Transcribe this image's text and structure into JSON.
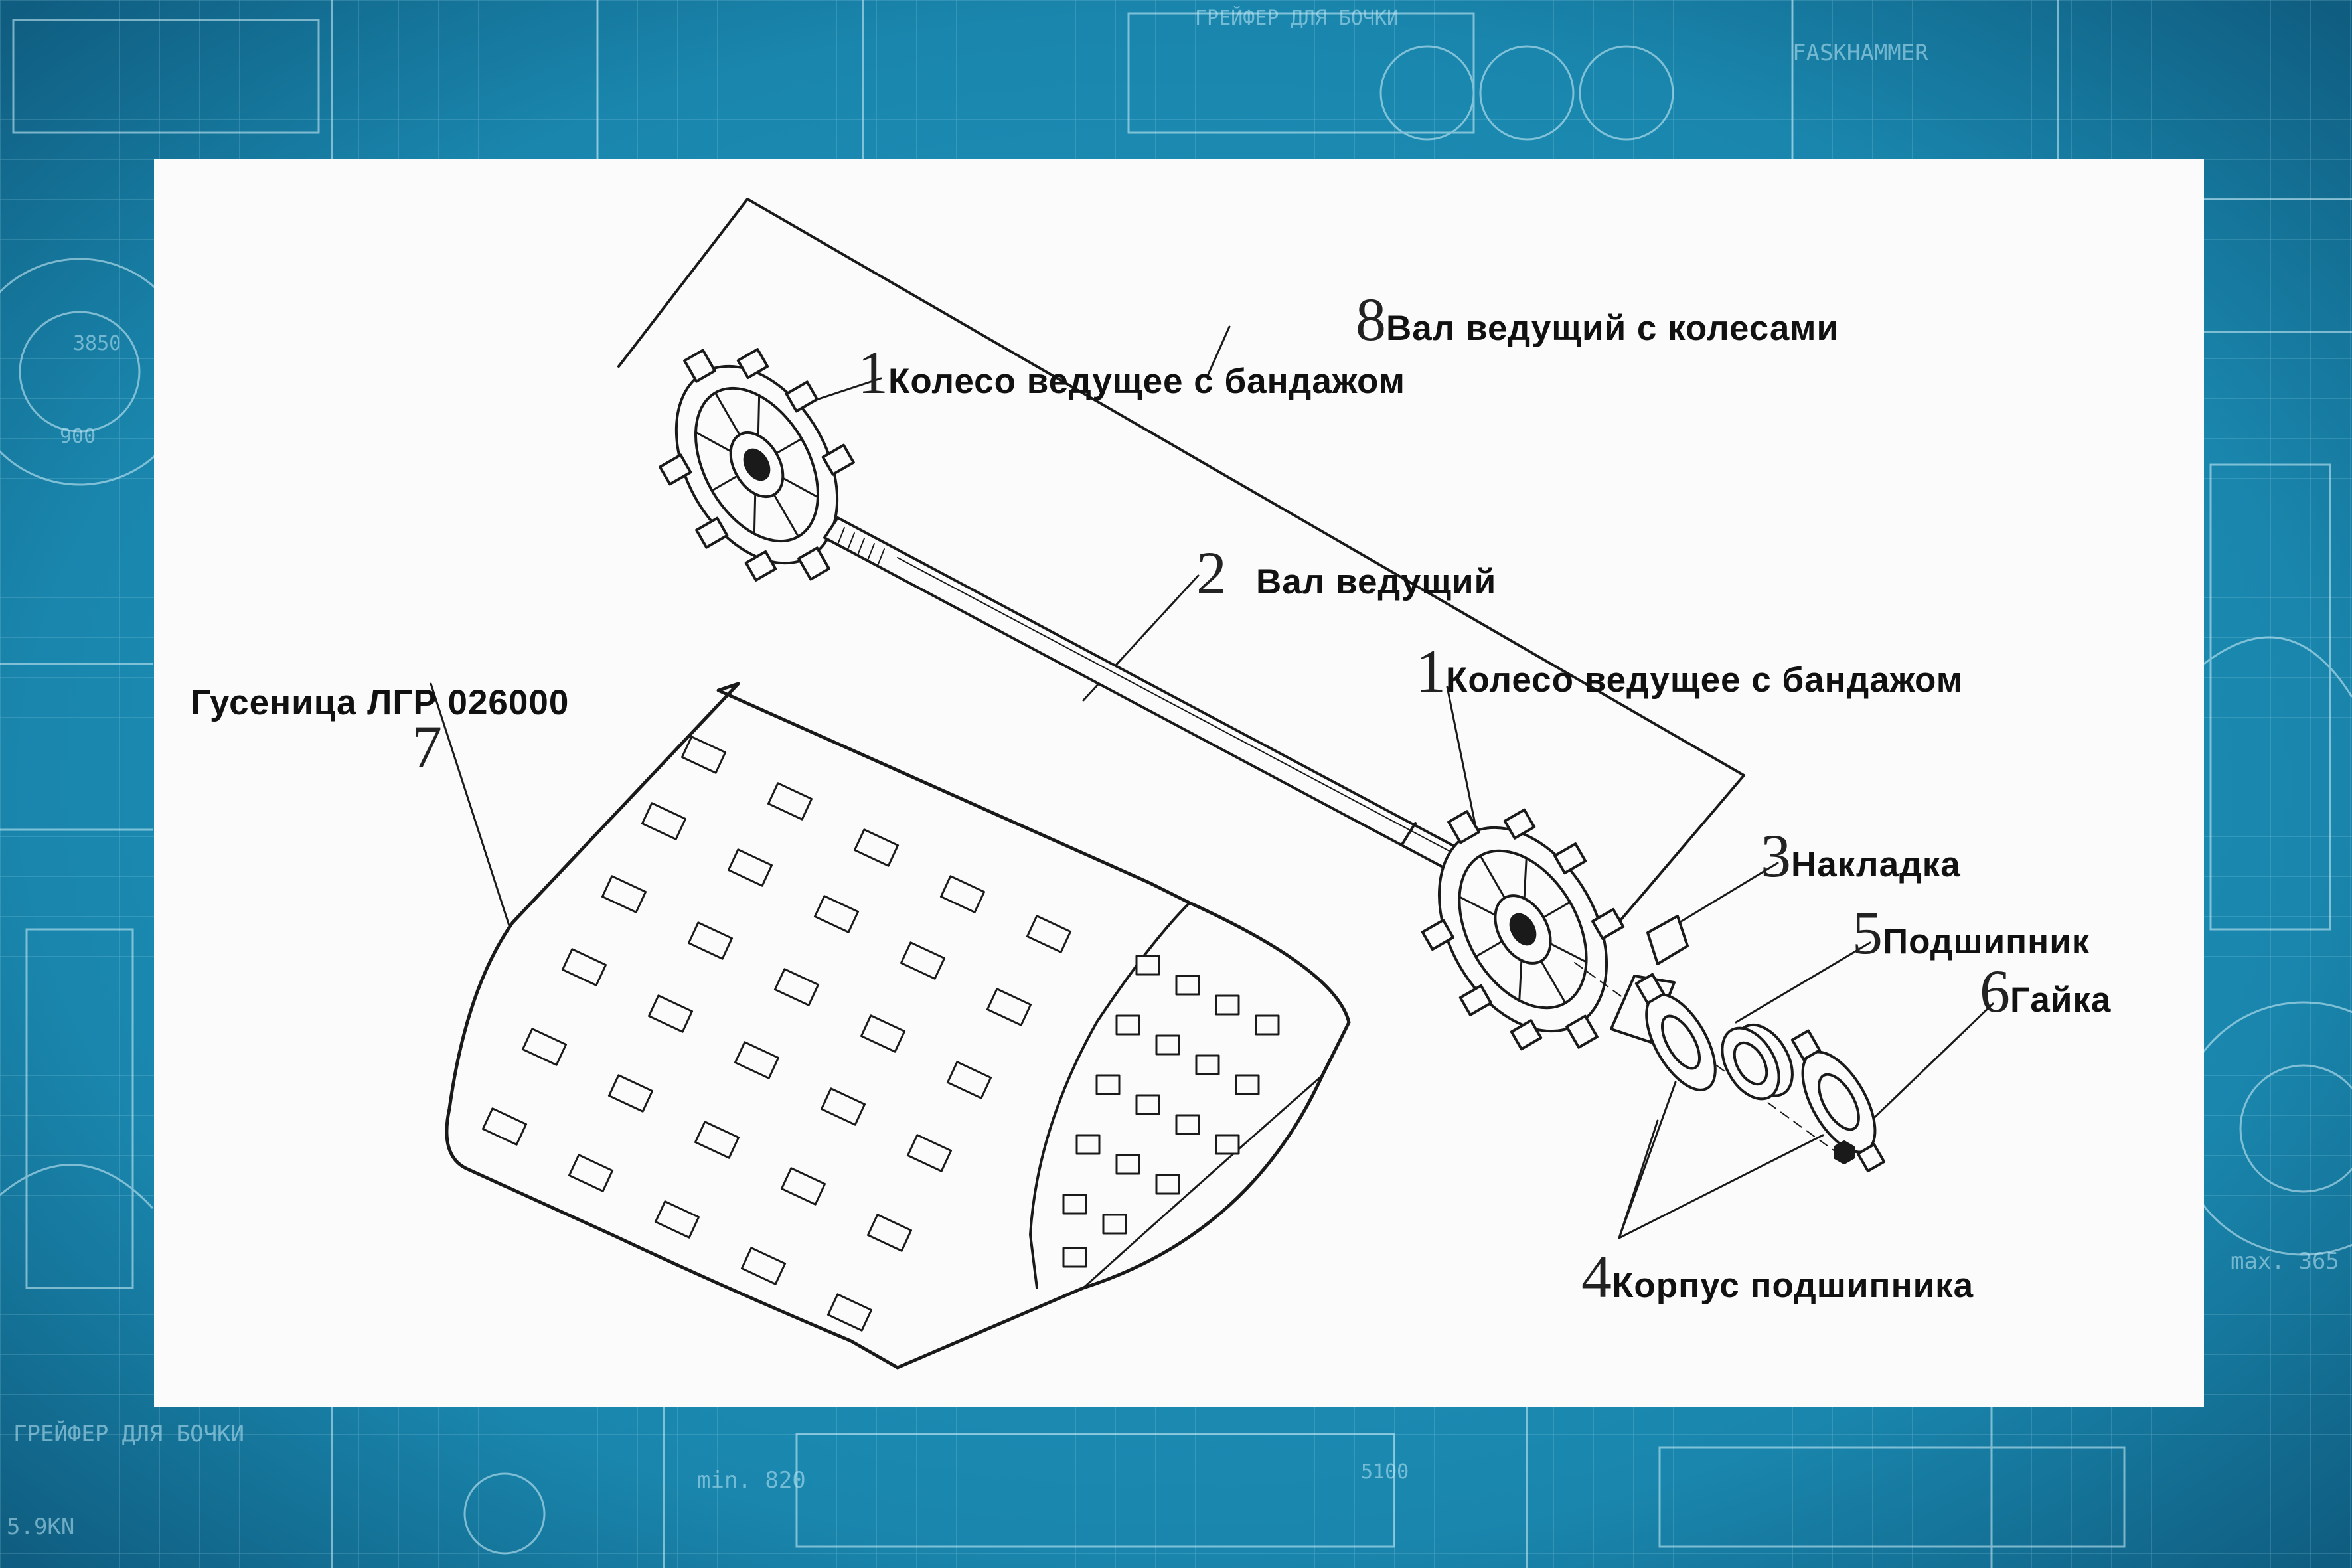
{
  "colors": {
    "background": "#1c7fa3",
    "blueprint_lines": "#bfe9f7",
    "panel": "#fbfbfb",
    "ink": "#1a1a1a"
  },
  "background_text": [
    "FASKHAMMER",
    "ГРЕЙФЕР ДЛЯ БОЧКИ",
    "ГРЕЙФЕР ДЛЯ БОЧКИ",
    "max. 365",
    "min. 820",
    "3850",
    "900",
    "5100",
    "5.9KN"
  ],
  "callouts": [
    {
      "number": "8",
      "label": "Вал ведущий с колесами"
    },
    {
      "number": "1",
      "label": "Колесо ведущее с бандажом"
    },
    {
      "number": "2",
      "label": "Вал ведущий"
    },
    {
      "number": "1",
      "label": "Колесо ведущее с бандажом"
    },
    {
      "number": "",
      "label": "Гусеница ЛГР 026000"
    },
    {
      "number": "7",
      "label": ""
    },
    {
      "number": "3",
      "label": "Накладка"
    },
    {
      "number": "5",
      "label": "Подшипник"
    },
    {
      "number": "6",
      "label": "Гайка"
    },
    {
      "number": "4",
      "label": "Корпус подшипника"
    }
  ]
}
